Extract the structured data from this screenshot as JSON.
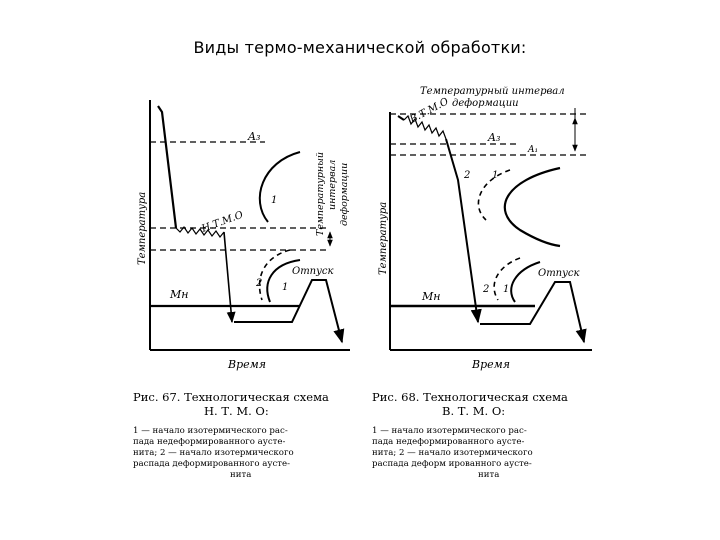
{
  "slide": {
    "title": "Виды термо-механической обработки:"
  },
  "left_diagram": {
    "y_axis_label": "Температура",
    "x_axis_label": "Время",
    "a3_label": "A₃",
    "mn_label": "Mн",
    "tmo_label": "Н.Т.М.О",
    "curve1_label": "1",
    "curve2_label": "2",
    "curve1b_label": "1",
    "tempering_label": "Отпуск",
    "interval_label_lines": [
      "Температурный",
      "интервал",
      "деформации"
    ],
    "caption_line1": "Рис. 67. Технологическая схема",
    "caption_line2": "Н. Т. М. О:",
    "legend_lines": [
      "1 — начало изотермического рас-",
      "пада недеформированного аусте-",
      "нита; 2 — начало изотермического",
      "распада деформированного аусте-",
      "нита"
    ]
  },
  "right_diagram": {
    "y_axis_label": "Температура",
    "x_axis_label": "Время",
    "a3_label": "A₃",
    "a1_label": "A₁",
    "mn_label": "Mн",
    "tmo_label": "В.Т.М.О",
    "curve1_label": "1",
    "curve2_label": "2",
    "curve2b_label": "2",
    "curve1b_label": "1",
    "tempering_label": "Отпуск",
    "interval_label_lines": [
      "Температурный интервал",
      "деформации"
    ],
    "caption_line1": "Рис. 68. Технологическая схема",
    "caption_line2": "В. Т. М. О:",
    "legend_lines": [
      "1 — начало изотермического рас-",
      "пада недеформированного аусте-",
      "нита; 2 — начало изотермического",
      "распада деформ ированного аусте-",
      "нита"
    ]
  }
}
